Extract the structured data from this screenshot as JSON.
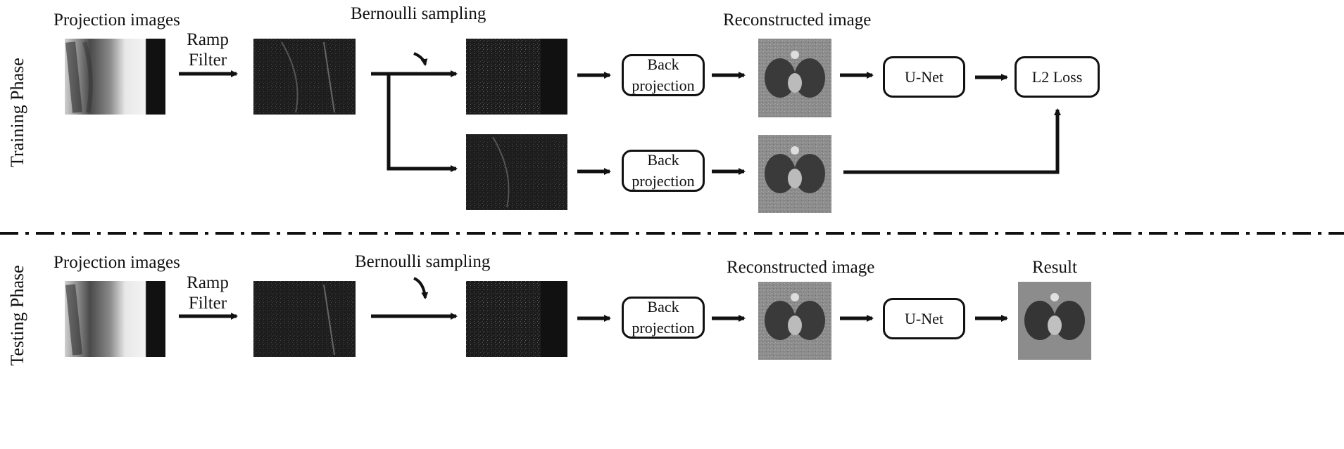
{
  "training": {
    "phase_label": "Training Phase",
    "projection_label": "Projection images",
    "ramp_filter_line1": "Ramp",
    "ramp_filter_line2": "Filter",
    "bernoulli_label": "Bernoulli sampling",
    "reconstructed_label": "Reconstructed image",
    "back_projection_1_line1": "Back",
    "back_projection_1_line2": "projection",
    "back_projection_2_line1": "Back",
    "back_projection_2_line2": "projection",
    "unet_label": "U-Net",
    "loss_label": "L2 Loss"
  },
  "testing": {
    "phase_label": "Testing Phase",
    "projection_label": "Projection images",
    "ramp_filter_line1": "Ramp",
    "ramp_filter_line2": "Filter",
    "bernoulli_label": "Bernoulli sampling",
    "reconstructed_label": "Reconstructed image",
    "back_projection_line1": "Back",
    "back_projection_line2": "projection",
    "unet_label": "U-Net",
    "result_label": "Result"
  },
  "colors": {
    "ink": "#111111",
    "ct_background": "#8a8a8a",
    "ct_lung": "#3a3a3a"
  }
}
